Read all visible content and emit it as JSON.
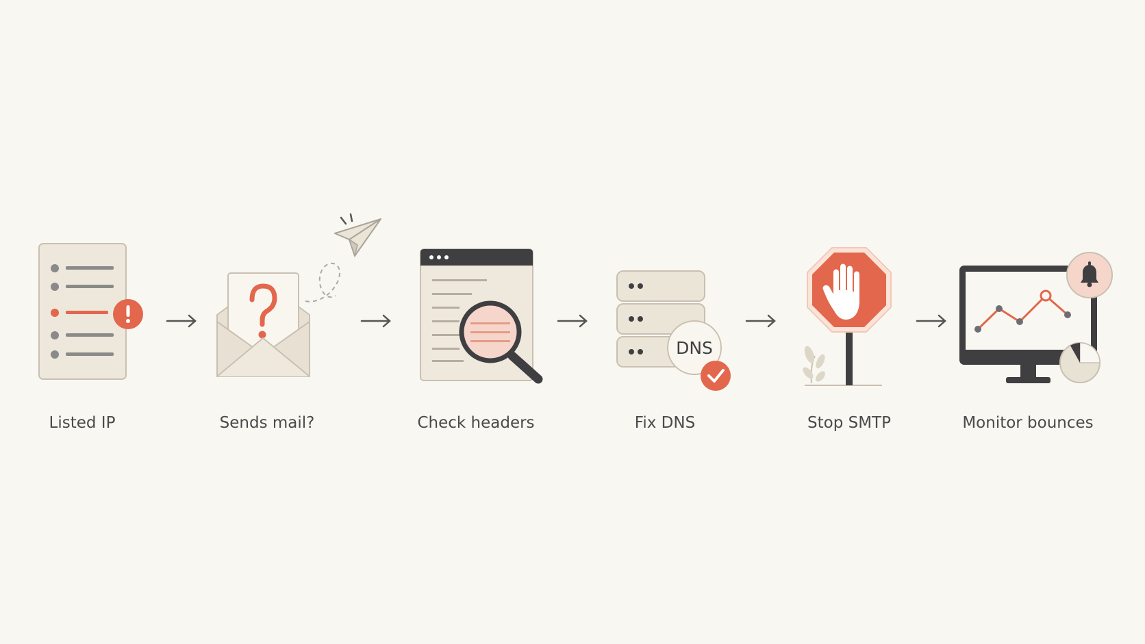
{
  "colors": {
    "background": "#f9f7f2",
    "accent": "#e2674c",
    "dark": "#3f3f42",
    "paper": "#eee8dc",
    "outline": "#c9c0b2",
    "line_gray": "#888888",
    "label_text": "#4a4a4a"
  },
  "steps": [
    {
      "label": "Listed IP",
      "icon": "ip-list-warning-icon"
    },
    {
      "label": "Sends mail?",
      "icon": "envelope-question-icon"
    },
    {
      "label": "Check headers",
      "icon": "header-magnifier-icon"
    },
    {
      "label": "Fix DNS",
      "icon": "dns-server-check-icon"
    },
    {
      "label": "Stop SMTP",
      "icon": "stop-sign-hand-icon"
    },
    {
      "label": "Monitor bounces",
      "icon": "monitor-chart-bell-icon"
    }
  ],
  "dns_badge": "DNS"
}
